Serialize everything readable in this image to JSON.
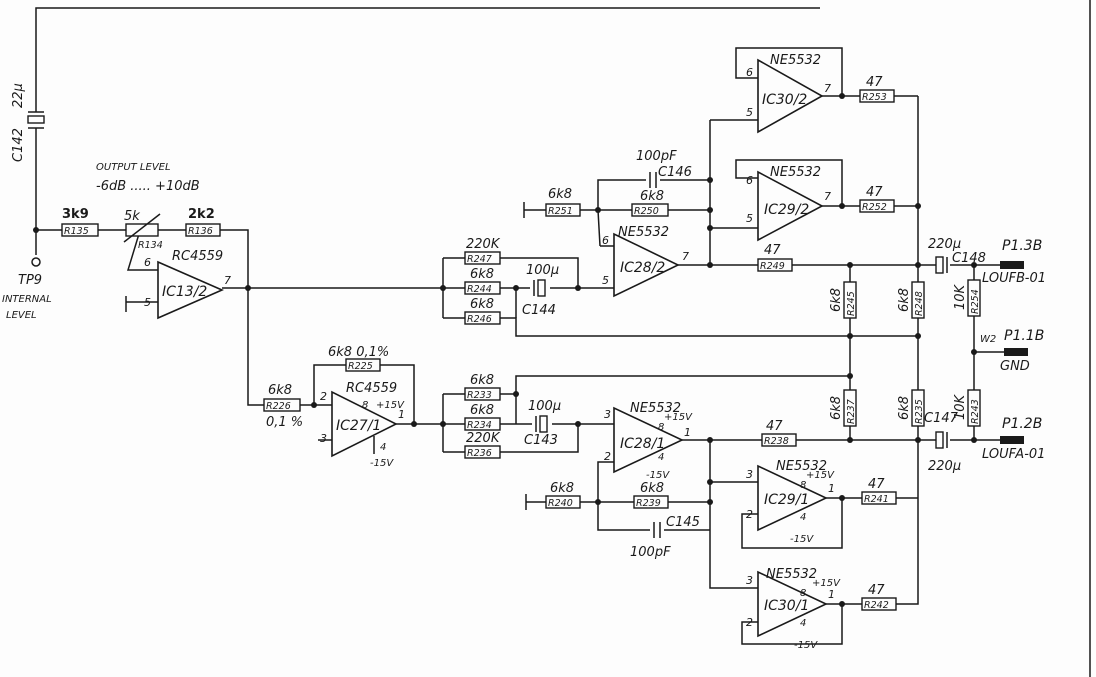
{
  "labels": {
    "output_level": "OUTPUT LEVEL",
    "level_range": "-6dB ..... +10dB",
    "tp9": "TP9",
    "internal": "INTERNAL",
    "level": "LEVEL",
    "gnd": "GND",
    "w2": "W2",
    "plus15v": "+15V",
    "minus15v": "-15V"
  },
  "connectors": {
    "p13b": "P1.3B",
    "loufb": "LOUFB-01",
    "p11b": "P1.1B",
    "p12b": "P1.2B",
    "loufa": "LOUFA-01"
  },
  "ics": {
    "ic13": "IC13/2",
    "rc4559_13": "RC4559",
    "ic27": "IC27/1",
    "rc4559_27": "RC4559",
    "ic28a": "IC28/1",
    "ne28a": "NE5532",
    "ic28b": "IC28/2",
    "ne28b": "NE5532",
    "ic29a": "IC29/1",
    "ne29a": "NE5532",
    "ic29b": "IC29/2",
    "ne29b": "NE5532",
    "ic30a": "IC30/1",
    "ne30a": "NE5532",
    "ic30b": "IC30/2",
    "ne30b": "NE5532"
  },
  "resistors": {
    "r135": {
      "ref": "R135",
      "value": "3k9"
    },
    "r134": {
      "ref": "R134",
      "value": "5k"
    },
    "r136": {
      "ref": "R136",
      "value": "2k2"
    },
    "r225": {
      "ref": "R225",
      "value": "6k8 0,1%"
    },
    "r226": {
      "ref": "R226",
      "value": "6k8",
      "tol": "0,1 %"
    },
    "r247": {
      "ref": "R247",
      "value": "220K"
    },
    "r244": {
      "ref": "R244",
      "value": "6k8"
    },
    "r246": {
      "ref": "R246",
      "value": "6k8"
    },
    "r233": {
      "ref": "R233",
      "value": "6k8"
    },
    "r234": {
      "ref": "R234",
      "value": "6k8"
    },
    "r236": {
      "ref": "R236",
      "value": "220K"
    },
    "r251": {
      "ref": "R251",
      "value": "6k8"
    },
    "r250": {
      "ref": "R250",
      "value": "6k8"
    },
    "r240": {
      "ref": "R240",
      "value": "6k8"
    },
    "r239": {
      "ref": "R239",
      "value": "6k8"
    },
    "r253": {
      "ref": "R253",
      "value": "47"
    },
    "r252": {
      "ref": "R252",
      "value": "47"
    },
    "r249": {
      "ref": "R249",
      "value": "47"
    },
    "r238": {
      "ref": "R238",
      "value": "47"
    },
    "r241": {
      "ref": "R241",
      "value": "47"
    },
    "r242": {
      "ref": "R242",
      "value": "47"
    },
    "r245": {
      "ref": "R245",
      "value": "6k8"
    },
    "r248": {
      "ref": "R248",
      "value": "6k8"
    },
    "r237": {
      "ref": "R237",
      "value": "6k8"
    },
    "r235": {
      "ref": "R235",
      "value": "6k8"
    },
    "r254": {
      "ref": "R254",
      "value": "10K"
    },
    "r243": {
      "ref": "R243",
      "value": "10K"
    }
  },
  "capacitors": {
    "c142": {
      "ref": "C142",
      "value": "22µ"
    },
    "c144": {
      "ref": "C144",
      "value": "100µ"
    },
    "c143": {
      "ref": "C143",
      "value": "100µ"
    },
    "c146": {
      "ref": "C146",
      "value": "100pF"
    },
    "c145": {
      "ref": "C145",
      "value": "100pF"
    },
    "c148": {
      "ref": "C148",
      "value": "220µ"
    },
    "c147": {
      "ref": "C147",
      "value": "220µ"
    }
  },
  "pins": {
    "p1": "1",
    "p2": "2",
    "p3": "3",
    "p4": "4",
    "p5": "5",
    "p6": "6",
    "p7": "7",
    "p8": "8"
  }
}
